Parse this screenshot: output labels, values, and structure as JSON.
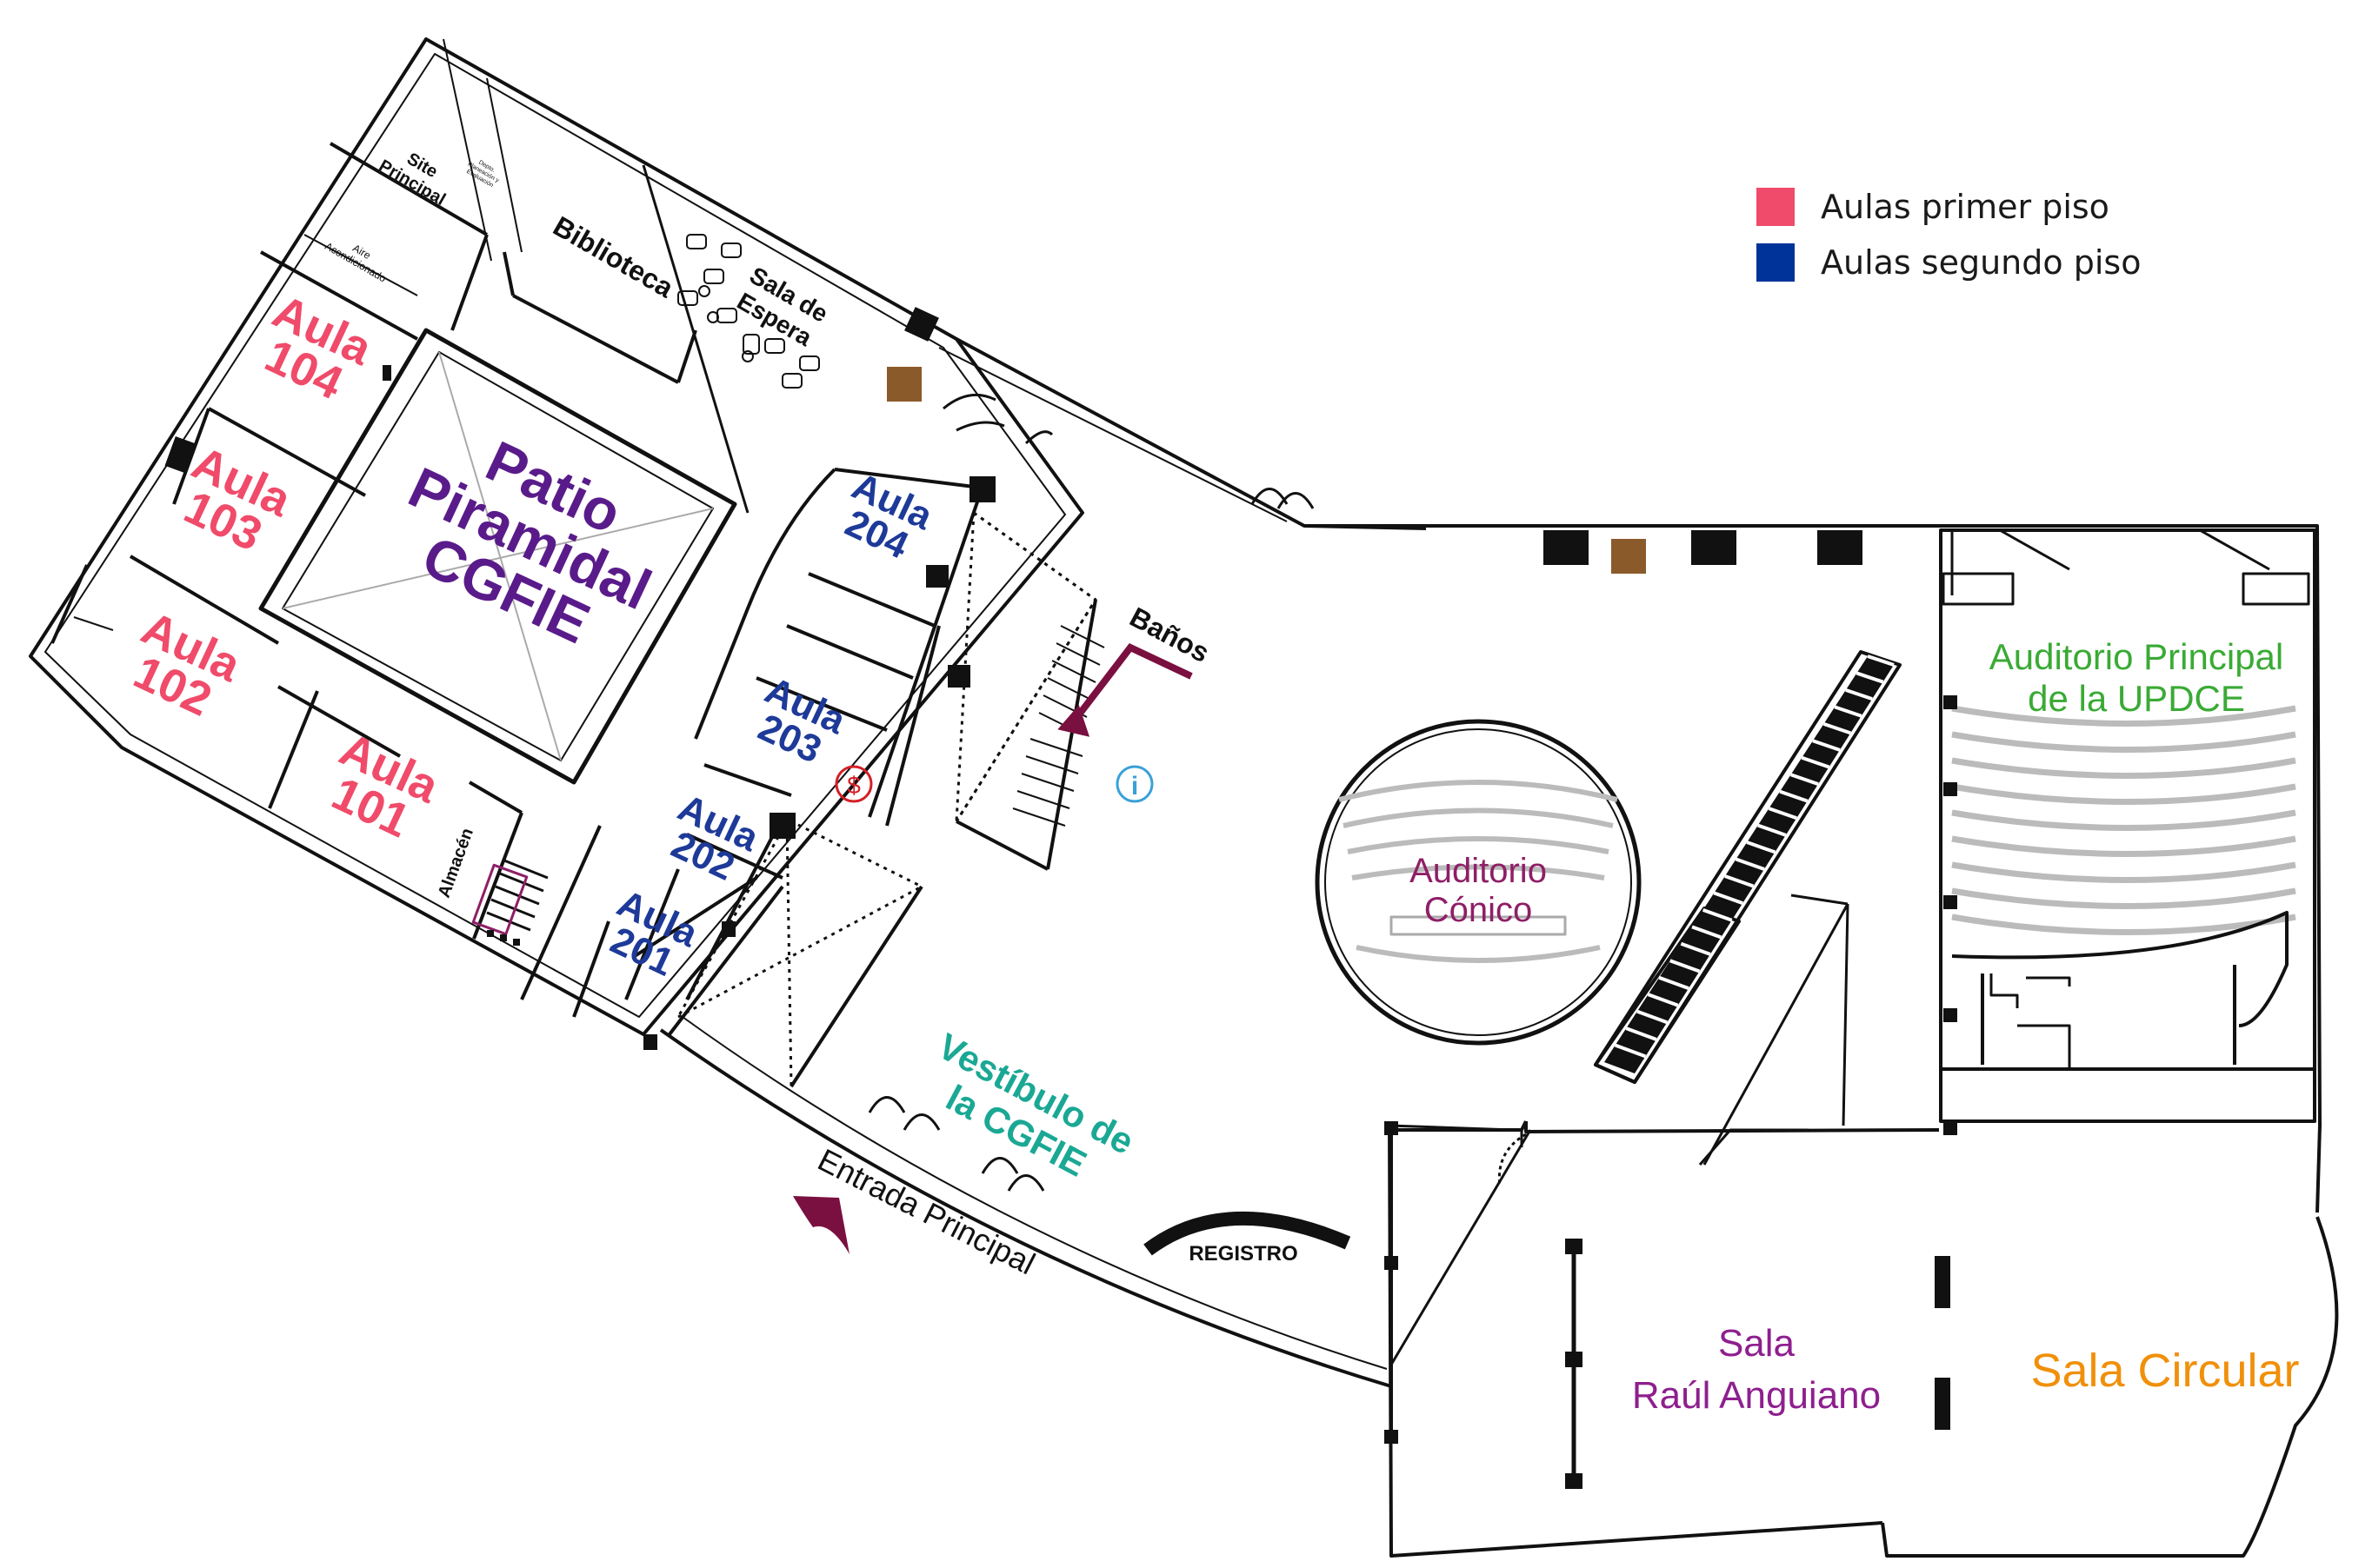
{
  "legend": {
    "items": [
      {
        "label": "Aulas primer piso",
        "color": "#f04b6a"
      },
      {
        "label": "Aulas segundo piso",
        "color": "#003399"
      }
    ]
  },
  "colors": {
    "first_floor": "#f04b6a",
    "second_floor": "#1e3a99",
    "patio": "#5a1b8a",
    "vestibulo": "#1aa894",
    "auditorio_principal": "#3aaa35",
    "auditorio_conico": "#8e1f66",
    "sala_raul": "#8e1f8e",
    "sala_circular": "#f0900a",
    "maroon": "#7a1040",
    "brown": "#8b5a2b",
    "info": "#3aa0d8",
    "money": "#d42027"
  },
  "rooms": {
    "aula104": {
      "l1": "Aula",
      "l2": "104"
    },
    "aula103": {
      "l1": "Aula",
      "l2": "103"
    },
    "aula102": {
      "l1": "Aula",
      "l2": "102"
    },
    "aula101": {
      "l1": "Aula",
      "l2": "101"
    },
    "aula204": {
      "l1": "Aula",
      "l2": "204"
    },
    "aula203": {
      "l1": "Aula",
      "l2": "203"
    },
    "aula202": {
      "l1": "Aula",
      "l2": "202"
    },
    "aula201": {
      "l1": "Aula",
      "l2": "201"
    }
  },
  "labels": {
    "patio": [
      "Patio",
      "Piramidal",
      "CGFIE"
    ],
    "site": [
      "Site",
      "Principal"
    ],
    "depto": [
      "Depto.",
      "Planeación y",
      "Evaluación"
    ],
    "aire": [
      "Aire",
      "Acondicionado"
    ],
    "biblioteca": "Biblioteca",
    "sala_espera": [
      "Sala de",
      "Espera"
    ],
    "banos": "Baños",
    "almacen": "Almacén",
    "vestibulo": [
      "Vestíbulo de",
      "la CGFIE"
    ],
    "entrada": "Entrada Principal",
    "registro": "REGISTRO",
    "auditorio_conico": [
      "Auditorio",
      "Cónico"
    ],
    "auditorio_principal": [
      "Auditorio Principal",
      "de la UPDCE"
    ],
    "sala_raul": [
      "Sala",
      "Raúl Anguiano"
    ],
    "sala_circular": "Sala Circular",
    "money_symbol": "$",
    "info_symbol": "i"
  }
}
